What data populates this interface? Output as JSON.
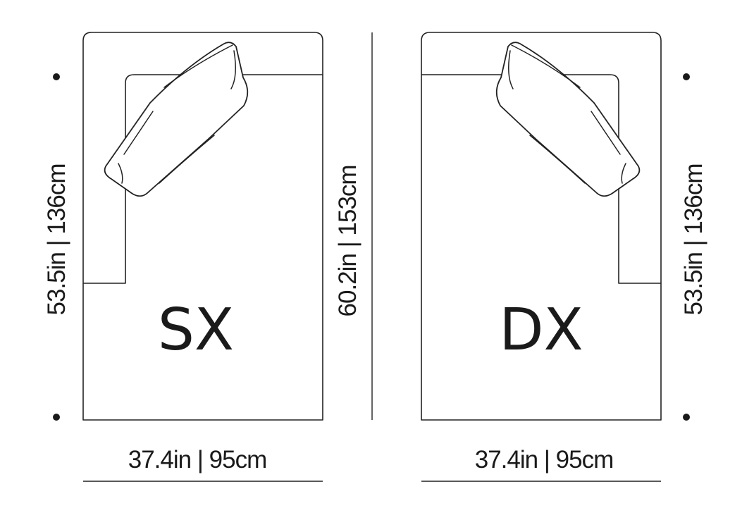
{
  "modules": [
    {
      "label": "SX",
      "width_label": "37.4in | 95cm",
      "depth_label": "53.5in | 136cm"
    },
    {
      "label": "DX",
      "width_label": "37.4in | 95cm",
      "depth_label": "53.5in | 136cm"
    }
  ],
  "overall_depth_label": "60.2in | 153cm"
}
